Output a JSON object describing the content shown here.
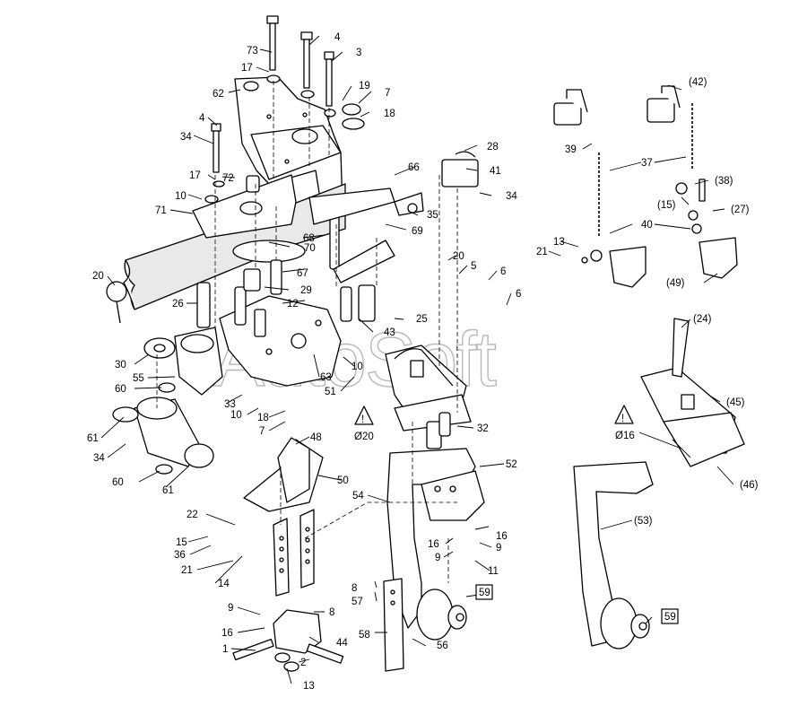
{
  "watermark": "AutoSoft",
  "warning_symbol": "!",
  "notes": {
    "dia20": "Ø20",
    "dia16": "Ø16"
  },
  "ref_boxes": [
    "59",
    "59"
  ],
  "callouts": [
    "73",
    "4",
    "3",
    "17",
    "62",
    "19",
    "7",
    "18",
    "4",
    "34",
    "17",
    "72",
    "10",
    "71",
    "66",
    "28",
    "41",
    "34",
    "35",
    "68",
    "69",
    "70",
    "20",
    "26",
    "67",
    "29",
    "12",
    "63",
    "43",
    "25",
    "20",
    "5",
    "6",
    "6",
    "30",
    "55",
    "60",
    "51",
    "10",
    "33",
    "10",
    "18",
    "7",
    "32",
    "61",
    "34",
    "60",
    "61",
    "48",
    "50",
    "52",
    "54",
    "22",
    "15",
    "36",
    "21",
    "14",
    "16",
    "9",
    "16",
    "9",
    "11",
    "8",
    "57",
    "58",
    "56",
    "9",
    "16",
    "8",
    "44",
    "1",
    "2",
    "13",
    "(42)",
    "39",
    "37",
    "(38)",
    "(15)",
    "(27)",
    "40",
    "21",
    "13",
    "(49)",
    "(24)",
    "(45)",
    "(46)",
    "(53)"
  ]
}
